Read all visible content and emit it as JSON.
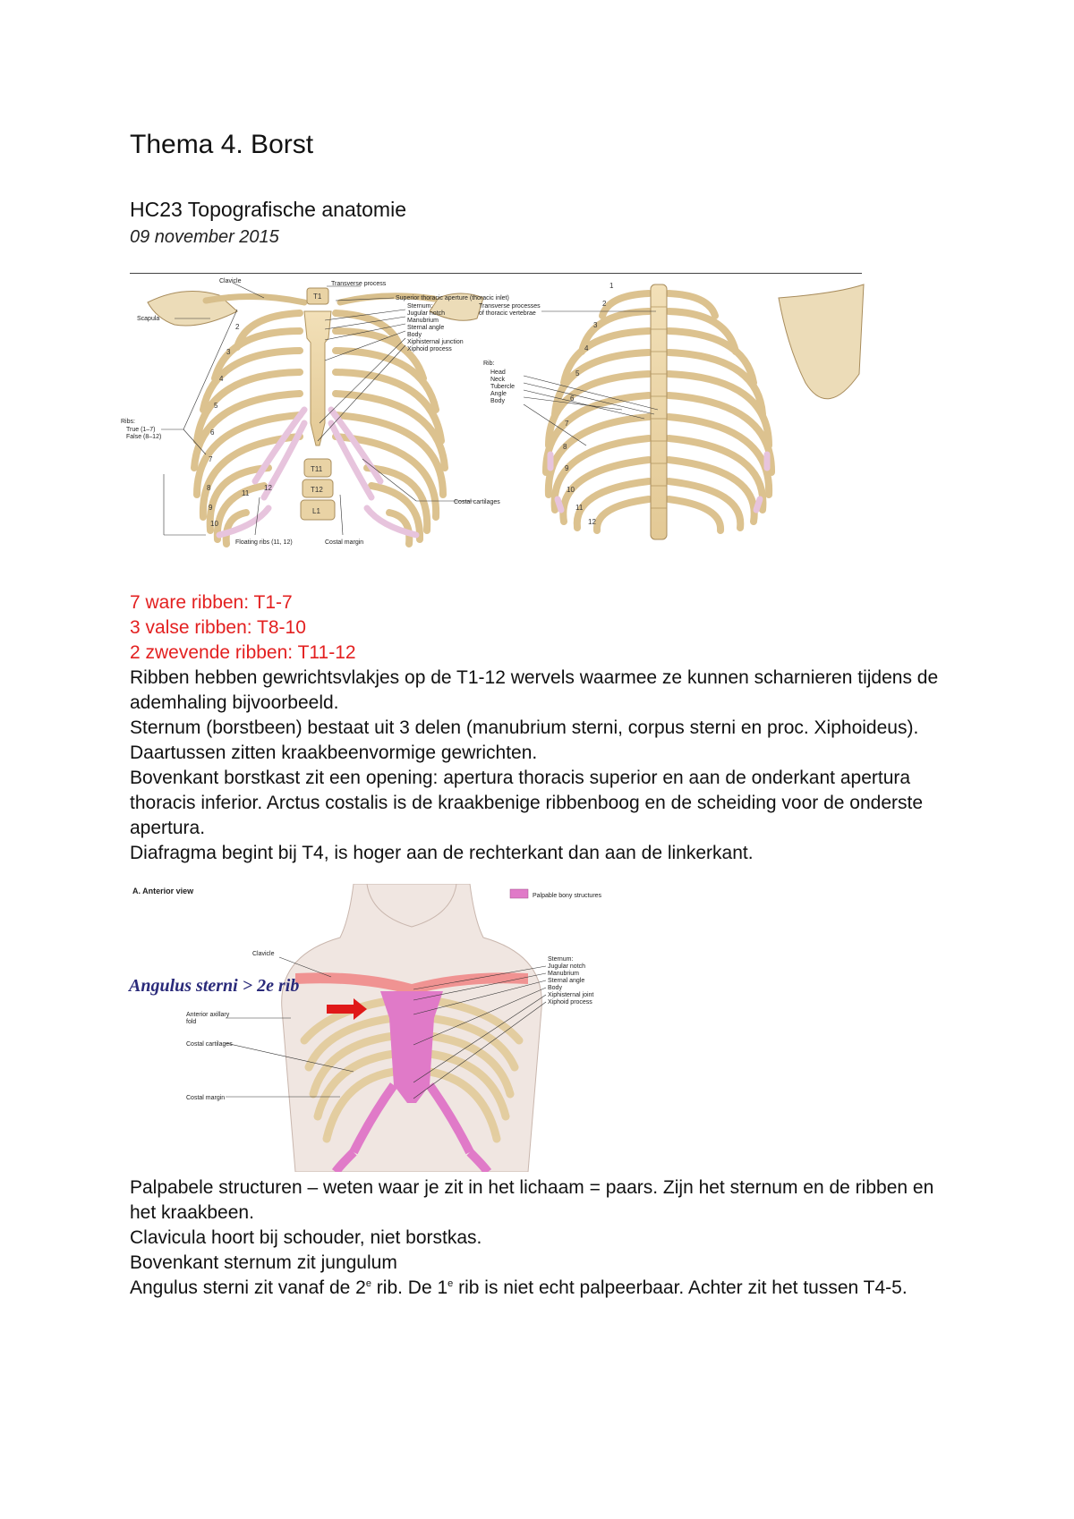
{
  "document": {
    "title": "Thema 4. Borst",
    "subtitle": "HC23 Topografische anatomie",
    "date": "09 november 2015"
  },
  "figure1": {
    "labels": {
      "transverse_process": "Transverse process",
      "superior_aperture": "Superior thoracic aperture (thoracic inlet)",
      "clavicle": "Clavicle",
      "scapula": "Scapula",
      "sternum": "Sternum:",
      "jugular_notch": "Jugular notch",
      "manubrium": "Manubrium",
      "sternal_angle": "Sternal angle",
      "body": "Body",
      "xiphisternal_junction": "Xiphisternal junction",
      "xiphoid_process": "Xiphoid process",
      "ribs": "Ribs:",
      "true_ribs": "True (1–7)",
      "false_ribs": "False (8–12)",
      "floating_ribs": "Floating ribs (11, 12)",
      "costal_margin": "Costal margin",
      "costal_cartilages": "Costal cartilages",
      "transverse_processes": "Transverse processes",
      "of_thoracic_vertebrae": "of thoracic vertebrae",
      "rib": "Rib:",
      "head": "Head",
      "neck": "Neck",
      "tubercle": "Tubercle",
      "angle": "Angle",
      "rib_body": "Body"
    },
    "vertebrae": [
      "T1",
      "T11",
      "T12",
      "L1"
    ]
  },
  "ribs_info": {
    "true_ribs": "7 ware ribben: T1-7",
    "false_ribs": "3 valse ribben: T8-10",
    "floating_ribs": "2 zwevende ribben: T11-12"
  },
  "paragraphs1": [
    "Ribben hebben gewrichtsvlakjes op de T1-12 wervels waarmee ze kunnen scharnieren tijdens de ademhaling bijvoorbeeld.",
    "Sternum (borstbeen) bestaat uit 3 delen (manubrium sterni, corpus sterni en proc. Xiphoideus). Daartussen zitten kraakbeenvormige gewrichten.",
    "Bovenkant borstkast zit een opening: apertura thoracis superior en aan de onderkant apertura thoracis inferior. Arctus costalis is de kraakbenige ribbenboog en de scheiding voor de onderste apertura.",
    "Diafragma begint bij T4, is hoger aan de rechterkant dan aan de linkerkant."
  ],
  "figure2": {
    "labels": {
      "view": "A. Anterior view",
      "legend": "Palpable bony structures",
      "annotation": "Angulus sterni > 2e rib",
      "clavicle": "Clavicle",
      "sternum": "Sternum:",
      "jugular_notch": "Jugular notch",
      "manubrium": "Manubrium",
      "sternal_angle": "Sternal angle",
      "body": "Body",
      "xiphisternal_joint": "Xiphisternal joint",
      "xiphoid_process": "Xiphoid process",
      "anterior_axillary_fold_1": "Anterior axillary",
      "anterior_axillary_fold_2": "fold",
      "costal_cartilages": "Costal cartilages",
      "costal_margin": "Costal margin"
    },
    "colors": {
      "palpable": "#e07ac8",
      "arrow": "#e01818",
      "annotation": "#2a2a7a"
    }
  },
  "paragraphs2": {
    "p1": "Palpabele structuren – weten waar je zit in het lichaam = paars. Zijn het sternum en de ribben en het kraakbeen.",
    "p2": "Clavicula hoort bij schouder, niet borstkas.",
    "p3": "Bovenkant sternum zit jungulum",
    "p4_a": "Angulus sterni zit vanaf de 2",
    "p4_sup1": "e",
    "p4_b": " rib. De 1",
    "p4_sup2": "e",
    "p4_c": " rib is niet echt palpeerbaar. Achter zit het tussen T4-5."
  }
}
